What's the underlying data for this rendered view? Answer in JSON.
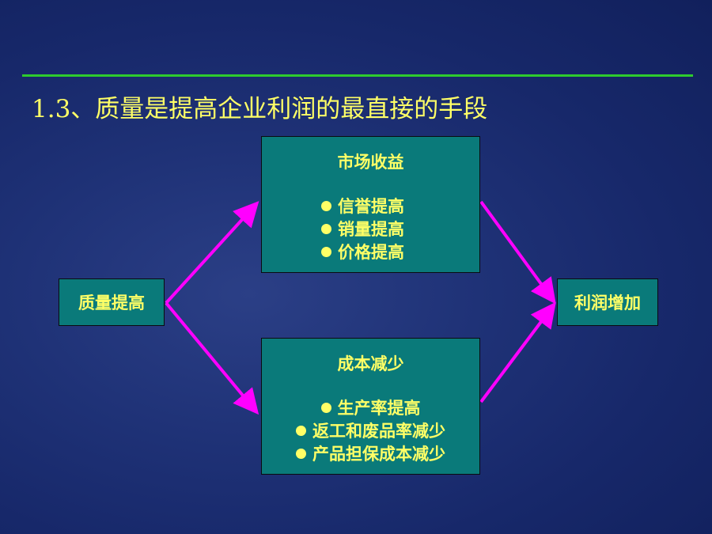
{
  "slide": {
    "title": "1.3、质量是提高企业利润的最直接的手段",
    "rule_color": "#2ecc2e",
    "title_color": "#ffff66"
  },
  "diagram": {
    "box_fill": "#0a7a7a",
    "arrow_color": "#ff00ff",
    "left_box": {
      "label": "质量提高"
    },
    "right_box": {
      "label": "利润增加"
    },
    "market_box": {
      "heading": "市场收益",
      "items": [
        "信誉提高",
        "销量提高",
        "价格提高"
      ]
    },
    "cost_box": {
      "heading": "成本减少",
      "items": [
        "生产率提高",
        "返工和废品率减少",
        "产品担保成本减少"
      ]
    }
  }
}
